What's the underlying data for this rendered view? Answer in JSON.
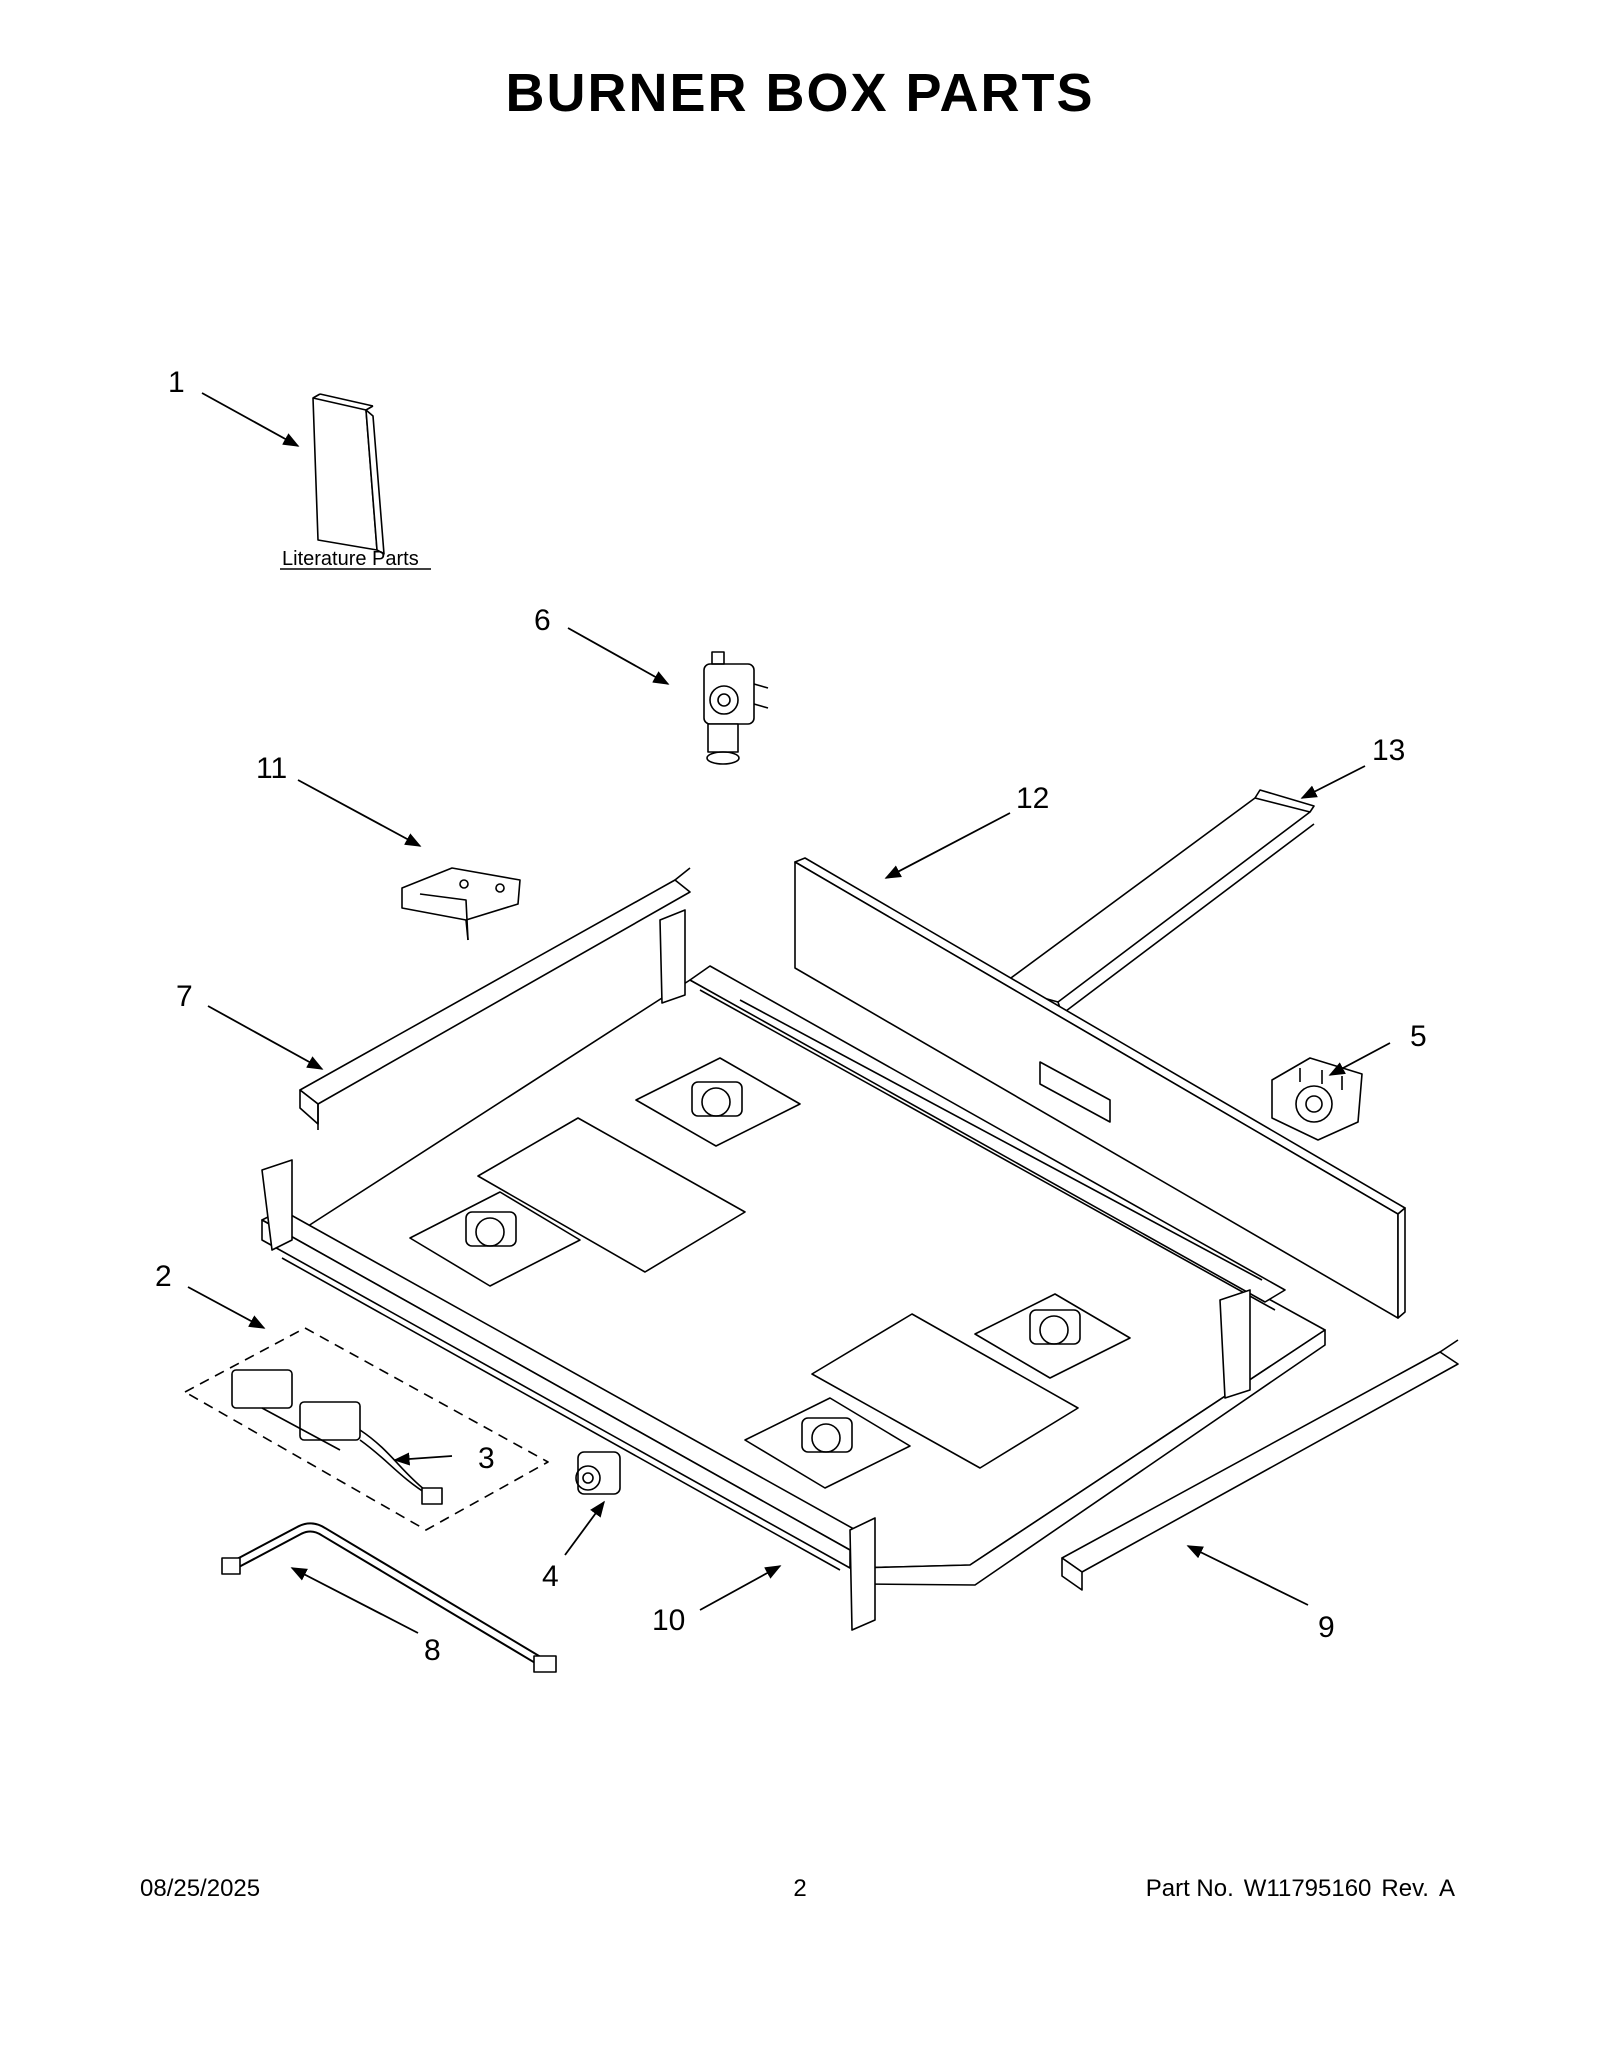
{
  "title": "BURNER BOX PARTS",
  "literature_label": "Literature Parts",
  "callouts": [
    "1",
    "2",
    "3",
    "4",
    "5",
    "6",
    "7",
    "8",
    "9",
    "10",
    "11",
    "12",
    "13"
  ],
  "footer": {
    "date": "08/25/2025",
    "page": "2",
    "part_label": "Part No.",
    "part_number": "W11795160",
    "rev_label": "Rev.",
    "rev": "A"
  }
}
